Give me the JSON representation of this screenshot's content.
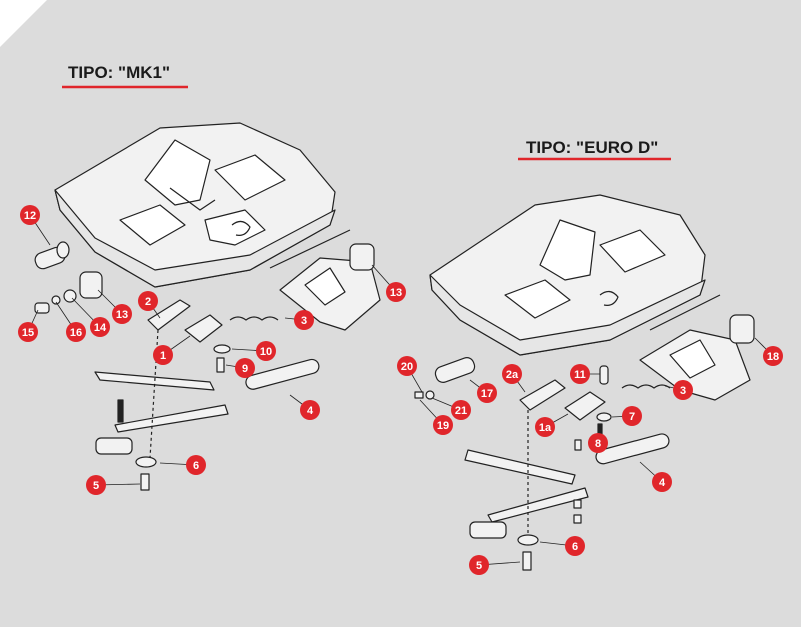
{
  "colors": {
    "panel": "#dcdcdc",
    "line": "#222222",
    "fill": "#f2f2f2",
    "accent": "#e0262b",
    "badge_text": "#ffffff"
  },
  "sections": [
    {
      "title": "TIPO: \"MK1\""
    },
    {
      "title": "TIPO: \"EURO D\""
    }
  ],
  "callouts_mk1": [
    "12",
    "15",
    "16",
    "14",
    "13",
    "2",
    "3",
    "1",
    "10",
    "9",
    "4",
    "6",
    "5",
    "13"
  ],
  "callouts_eurod": [
    "20",
    "2a",
    "11",
    "3",
    "18",
    "21",
    "17",
    "19",
    "1a",
    "7",
    "8",
    "4",
    "6",
    "5"
  ]
}
